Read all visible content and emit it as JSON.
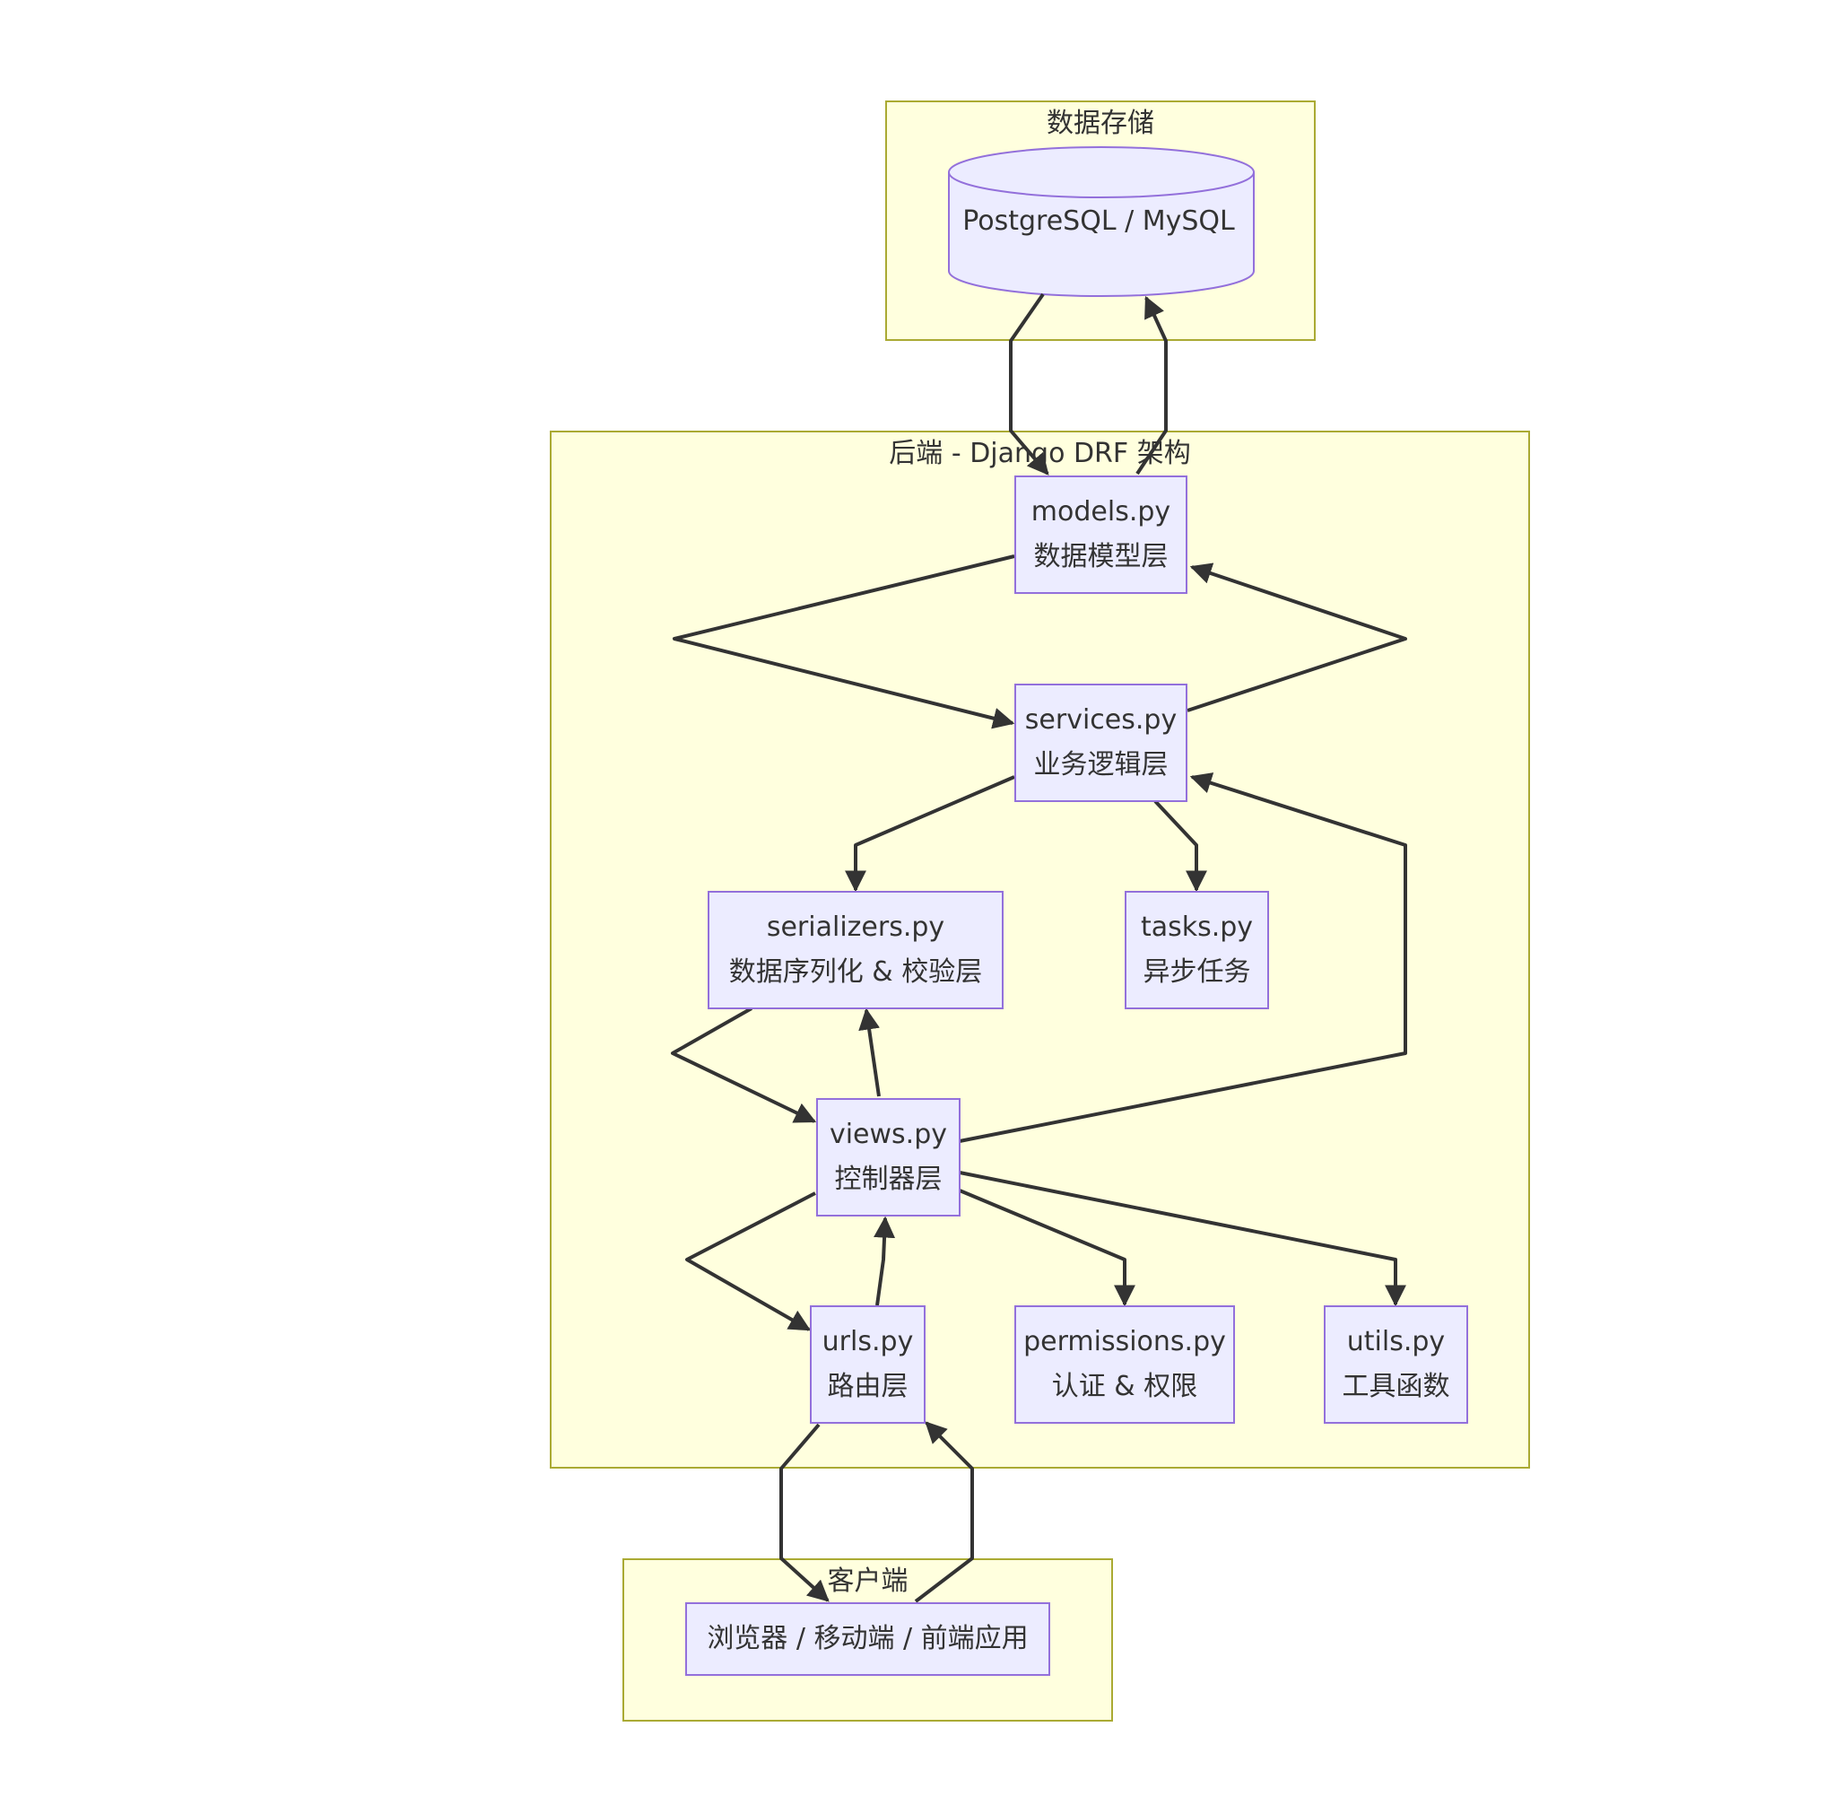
{
  "clusters": {
    "storage": "数据存储",
    "backend": "后端 - Django DRF 架构",
    "client": "客户端"
  },
  "nodes": {
    "database": "PostgreSQL / MySQL",
    "models": {
      "file": "models.py",
      "desc": "数据模型层"
    },
    "services": {
      "file": "services.py",
      "desc": "业务逻辑层"
    },
    "serializers": {
      "file": "serializers.py",
      "desc": "数据序列化 & 校验层"
    },
    "tasks": {
      "file": "tasks.py",
      "desc": "异步任务"
    },
    "views": {
      "file": "views.py",
      "desc": "控制器层"
    },
    "urls": {
      "file": "urls.py",
      "desc": "路由层"
    },
    "permissions": {
      "file": "permissions.py",
      "desc": "认证 & 权限"
    },
    "utils": {
      "file": "utils.py",
      "desc": "工具函数"
    },
    "client_app": "浏览器 / 移动端 / 前端应用"
  },
  "colors": {
    "cluster_fill": "#ffffde",
    "cluster_border": "#aaaa33",
    "node_fill": "#ececff",
    "node_border": "#9370db",
    "edge": "#333333",
    "text": "#333333"
  }
}
